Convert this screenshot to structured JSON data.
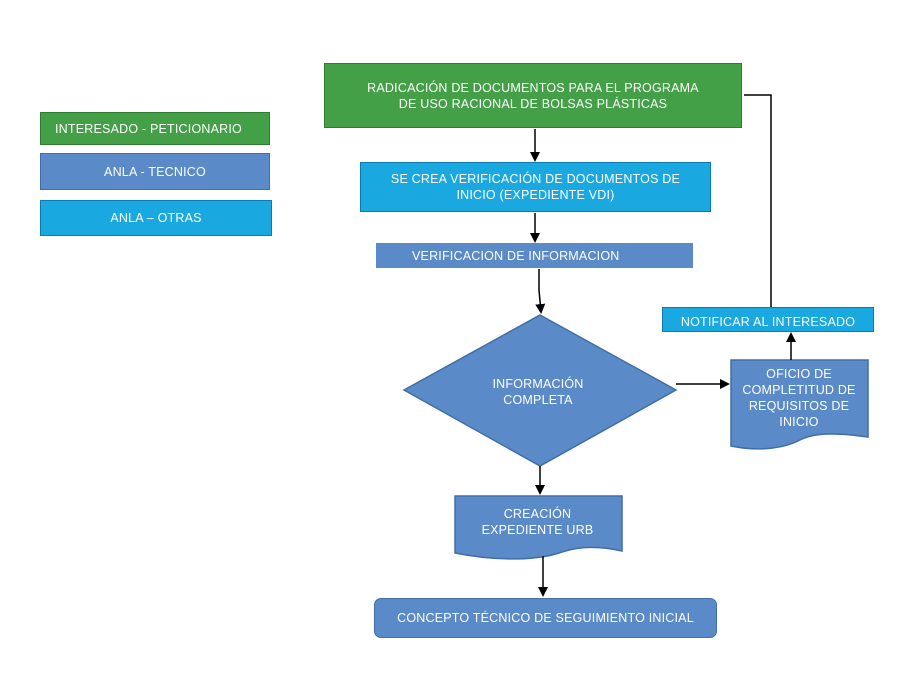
{
  "colors": {
    "interesado": "#43a047",
    "interesado_border": "#2e7d32",
    "tecnico": "#5b8ac8",
    "tecnico_border": "#3f6ea8",
    "otras": "#1aa8e0",
    "otras_border": "#0d7bb0",
    "connector": "#000000"
  },
  "legend": {
    "interesado": "INTERESADO - PETICIONARIO",
    "tecnico": "ANLA - TECNICO",
    "otras": "ANLA – OTRAS"
  },
  "nodes": {
    "radicacion": "RADICACIÓN DE DOCUMENTOS PARA EL PROGRAMA\nDE USO RACIONAL DE BOLSAS PLÁSTICAS",
    "vdi": "SE CREA VERIFICACIÓN DE DOCUMENTOS DE\nINICIO (EXPEDIENTE VDI)",
    "verificacion": "VERIFICACION DE INFORMACION",
    "informacion_completa": "INFORMACIÓN\nCOMPLETA",
    "oficio": "OFICIO DE\nCOMPLETITUD DE\nREQUISITOS DE\nINICIO",
    "notificar": "NOTIFICAR AL INTERESADO",
    "creacion": "CREACIÓN\nEXPEDIENTE URB",
    "concepto": "CONCEPTO TÉCNICO DE SEGUIMIENTO INICIAL"
  }
}
